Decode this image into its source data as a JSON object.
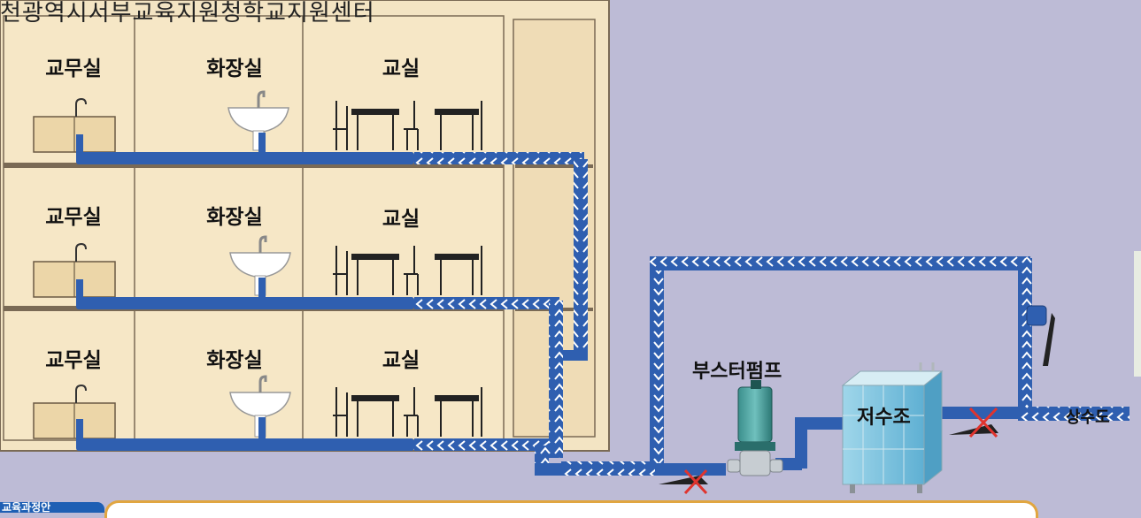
{
  "building": {
    "title": "천광역시서부교육지원청학교지원센터",
    "floors": [
      {
        "rooms": [
          "교무실",
          "화장실",
          "교실"
        ]
      },
      {
        "rooms": [
          "교무실",
          "화장실",
          "교실"
        ]
      },
      {
        "rooms": [
          "교무실",
          "화장실",
          "교실"
        ]
      }
    ]
  },
  "equipment": {
    "booster_pump": "부스터펌프",
    "water_tank": "저수조",
    "water_main": "상수도"
  },
  "bottom_tab": {
    "label": "교육과정안"
  },
  "colors": {
    "background": "#bdbbd6",
    "pipe": "#2f5fb0",
    "room_fill": "#f6e7c6",
    "accent_border": "#e1a640",
    "valve_x": "#e0342e"
  }
}
